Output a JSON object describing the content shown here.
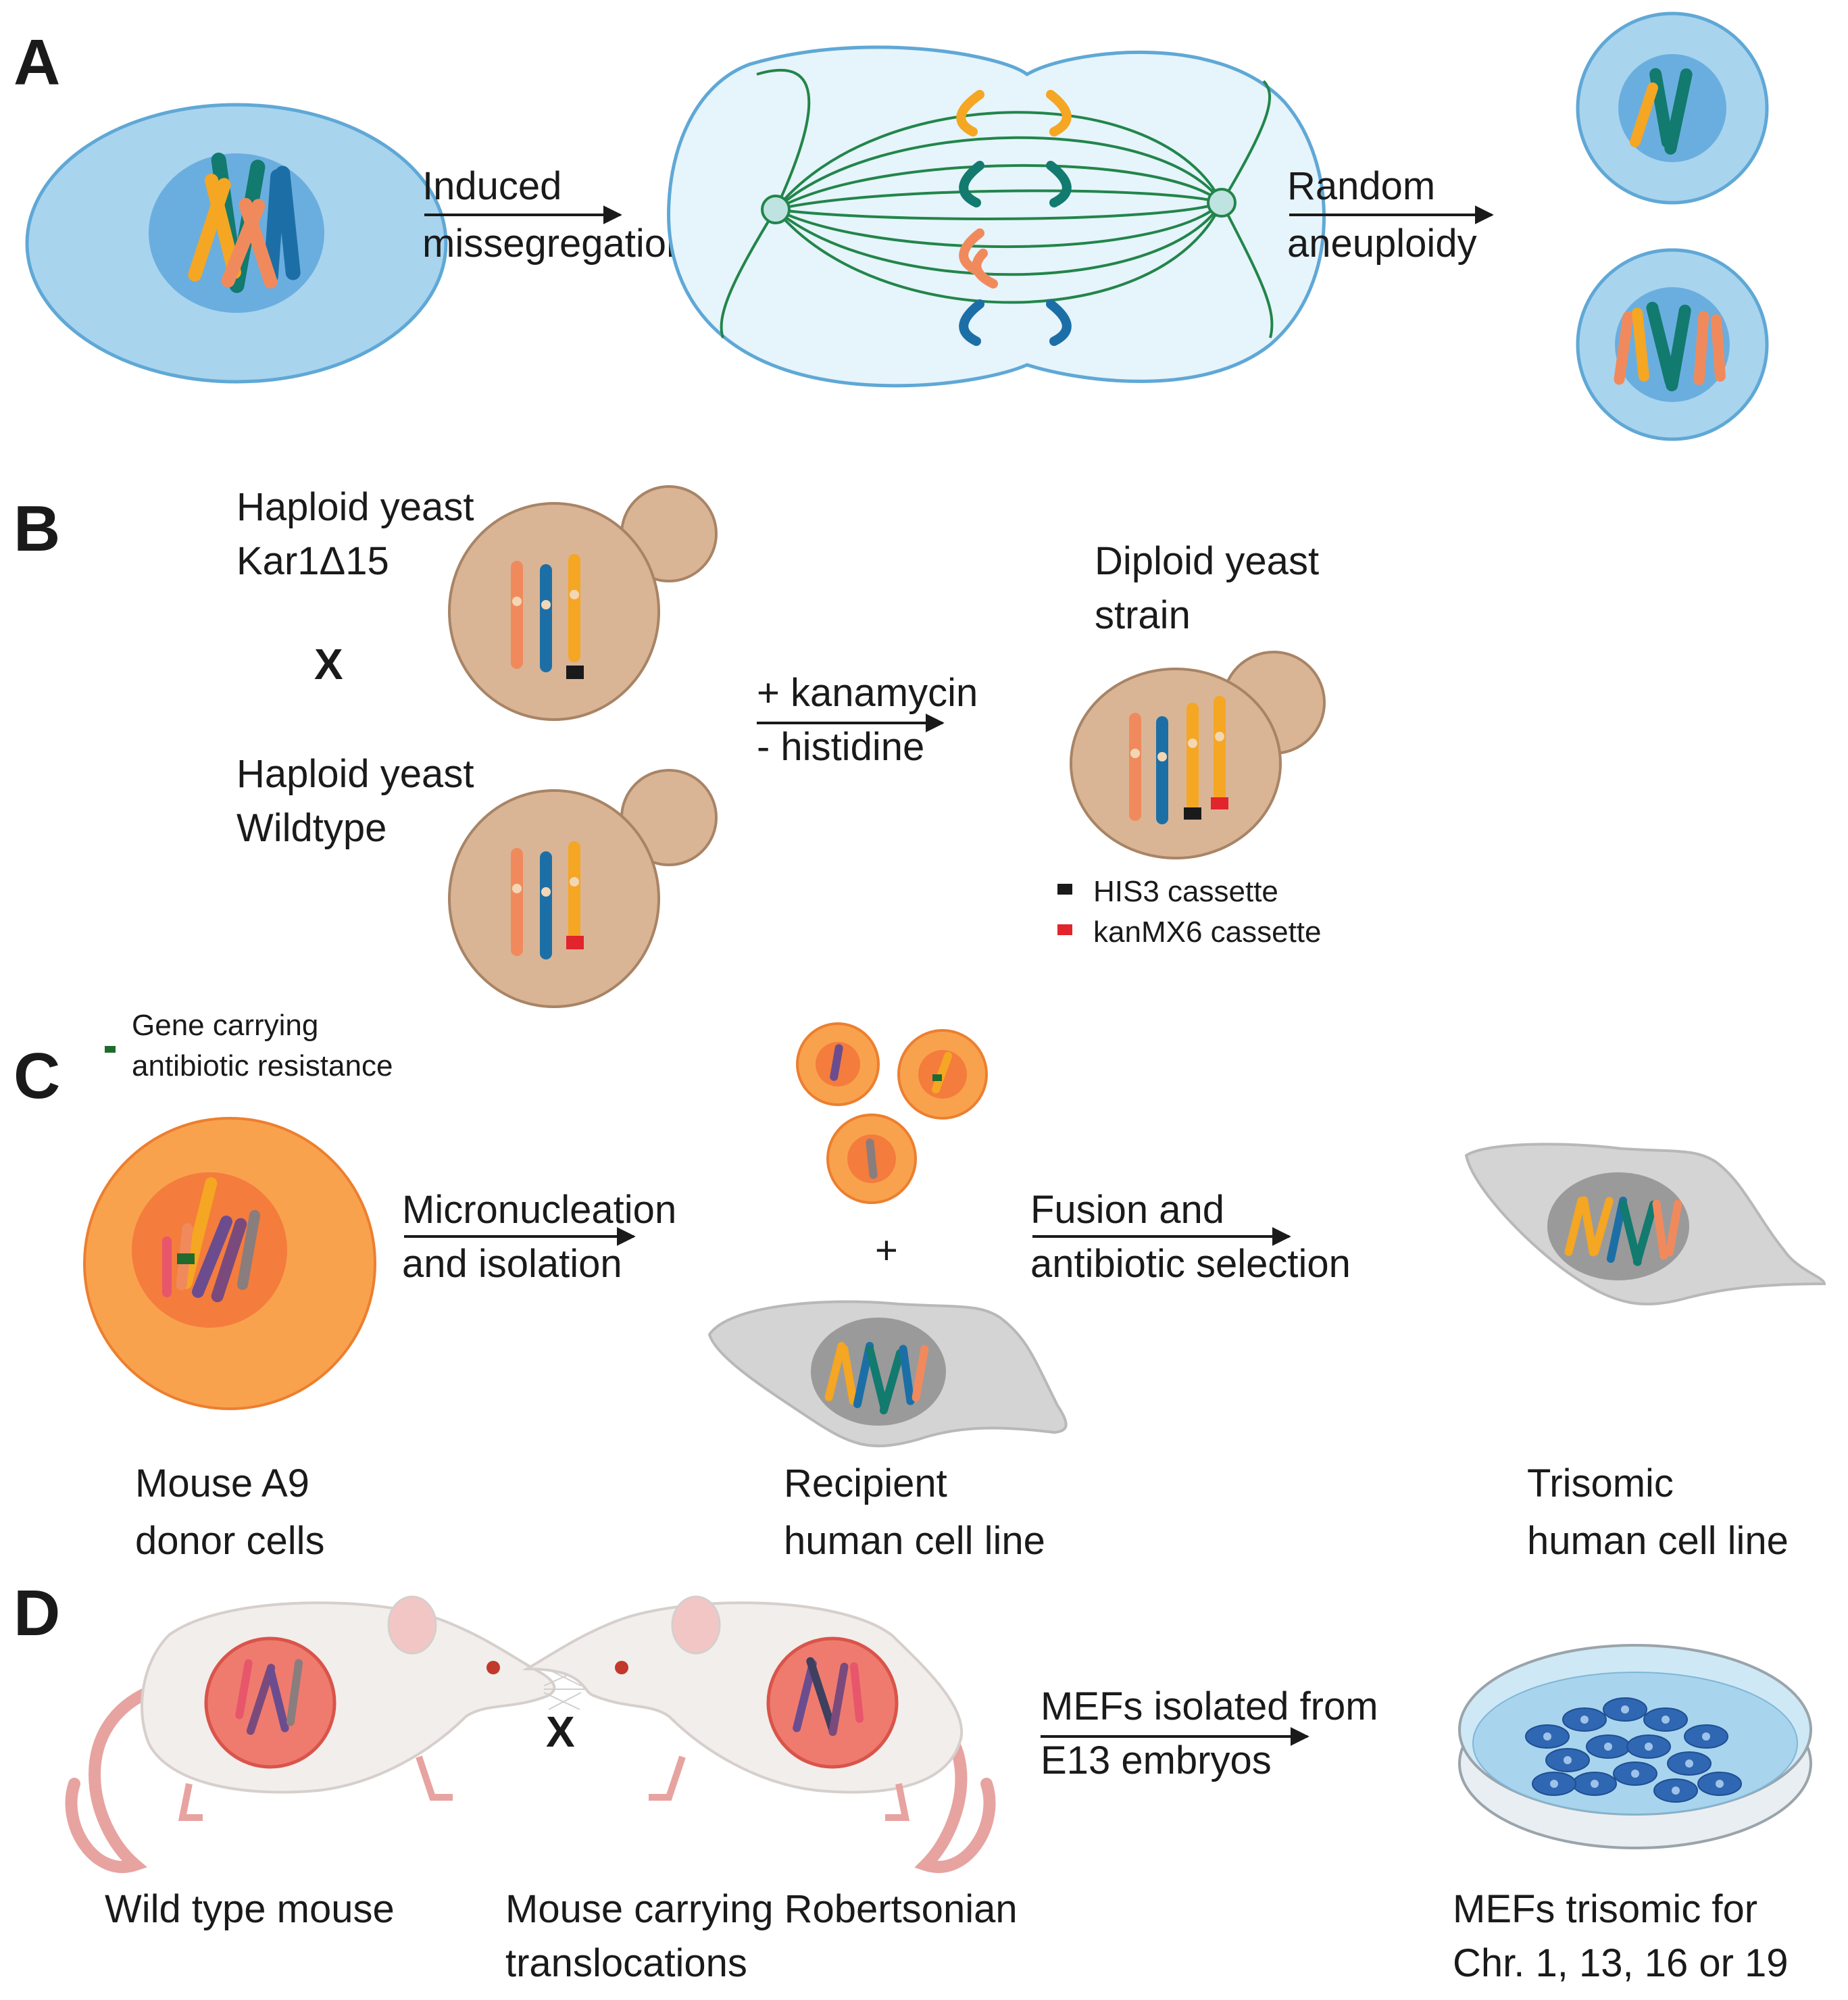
{
  "panel_a": {
    "label": "A",
    "arrow1": [
      "Induced",
      "missegregation"
    ],
    "arrow2": [
      "Random",
      "aneuploidy"
    ]
  },
  "panel_b": {
    "label": "B",
    "yeast1": [
      "Haploid yeast",
      "Kar1Δ15"
    ],
    "cross": "X",
    "yeast2": [
      "Haploid yeast",
      "Wildtype"
    ],
    "arrow": [
      "+ kanamycin",
      "- histidine"
    ],
    "result": [
      "Diploid yeast",
      "strain"
    ],
    "legend": [
      {
        "label": "HIS3 cassette",
        "color": "#1a1a1a"
      },
      {
        "label": "kanMX6 cassette",
        "color": "#e2242c"
      }
    ]
  },
  "panel_c": {
    "label": "C",
    "legend": [
      "Gene carrying",
      "antibiotic resistance"
    ],
    "plus": "+",
    "arrow1": [
      "Micronucleation",
      "and isolation"
    ],
    "arrow2": [
      "Fusion and",
      "antibiotic selection"
    ],
    "donor": [
      "Mouse A9",
      "donor cells"
    ],
    "recipient": [
      "Recipient",
      "human cell line"
    ],
    "trisomic": [
      "Trisomic",
      "human cell line"
    ]
  },
  "panel_d": {
    "label": "D",
    "cross": "X",
    "arrow": [
      "MEFs isolated from",
      "E13 embryos"
    ],
    "mouse1": [
      "Wild type mouse"
    ],
    "mouse2": [
      "Mouse carrying Robertsonian",
      "translocations"
    ],
    "result": [
      "MEFs trisomic for",
      "Chr. 1, 13, 16 or 19"
    ]
  },
  "colors": {
    "orange": "#f5a623",
    "teal": "#127a6e",
    "salmon": "#f08a5d",
    "blue": "#1c6fa6",
    "green": "#2e8b4f",
    "cell_blue": "#a9d4ee",
    "nucleus_blue": "#6aaedf",
    "yeast": "#d9b596",
    "cell_orange": "#f9a24e",
    "cell_gray": "#d4d4d4"
  }
}
